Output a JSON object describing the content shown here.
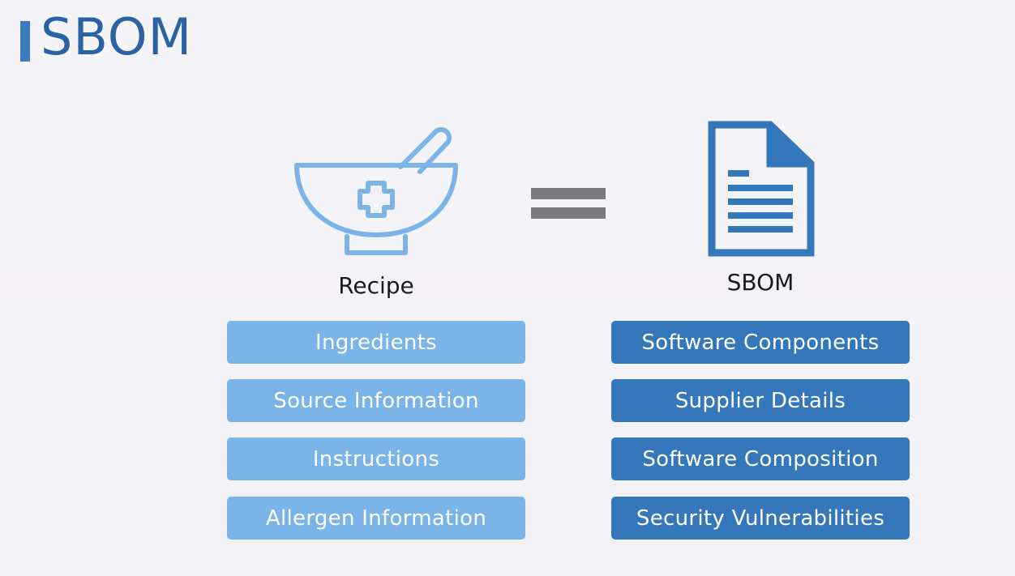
{
  "title": "SBOM",
  "colors": {
    "title": "#2a63a4",
    "accent_bar": "#3a7abf",
    "left_boxes": "#7ab4e8",
    "right_boxes": "#3577bb",
    "recipe_icon": "#7ab4e8",
    "document_icon": "#3577bb",
    "equals_sign": "#7a7a80"
  },
  "icons": {
    "left": "mortar-pestle-medical-icon",
    "middle": "equals-icon",
    "right": "document-icon"
  },
  "left_column": {
    "label": "Recipe",
    "items": [
      "Ingredients",
      "Source Information",
      "Instructions",
      "Allergen Information"
    ]
  },
  "right_column": {
    "label": "SBOM",
    "items": [
      "Software Components",
      "Supplier Details",
      "Software Composition",
      "Security Vulnerabilities"
    ]
  }
}
